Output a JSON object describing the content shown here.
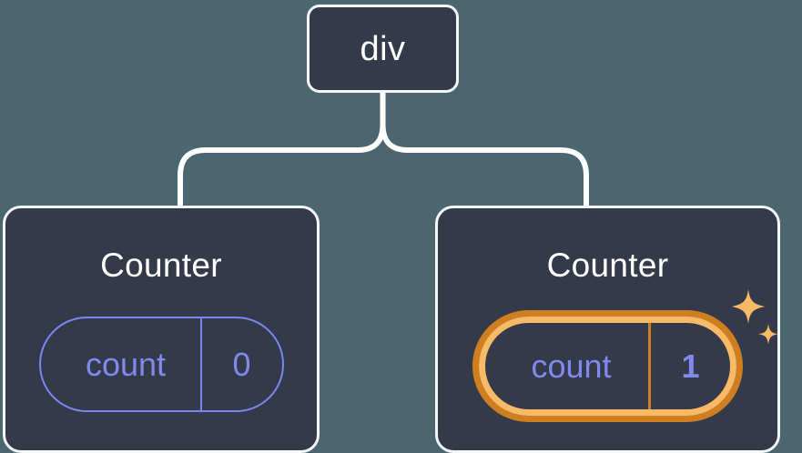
{
  "diagram": {
    "title": "React component tree with highlighted state update",
    "background_color": "#4c6670",
    "node_fill_color": "#343a49",
    "node_border_color": "#f4f6f8",
    "state_color": "#8189ee",
    "highlight_outer_color": "#cf7f1f",
    "highlight_inner_color": "#f8ba67",
    "connector_color": "#ffffff"
  },
  "root": {
    "label": "div"
  },
  "children": [
    {
      "title": "Counter",
      "state": {
        "key": "count",
        "value": "0",
        "highlighted": false
      }
    },
    {
      "title": "Counter",
      "state": {
        "key": "count",
        "value": "1",
        "highlighted": true
      },
      "sparkle_icons": [
        "sparkle-large",
        "sparkle-small"
      ]
    }
  ]
}
